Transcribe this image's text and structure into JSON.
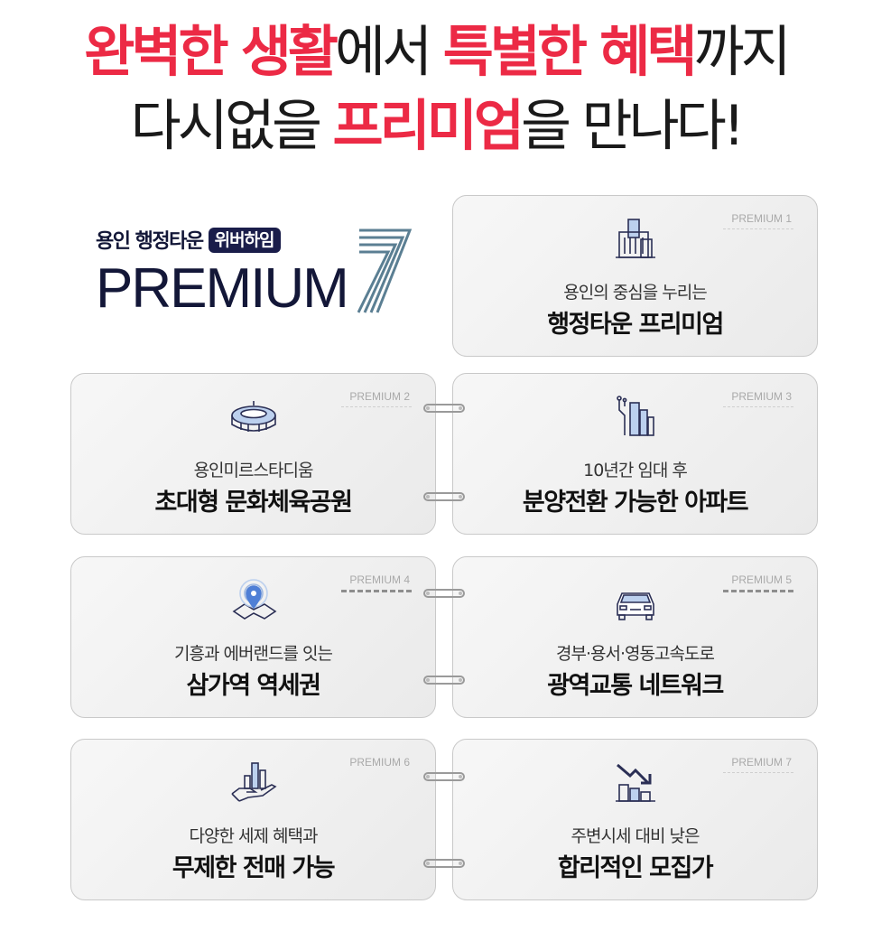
{
  "headline": {
    "line1": [
      {
        "text": "완벽한 생활",
        "red": true
      },
      {
        "text": "에서 ",
        "red": false
      },
      {
        "text": "특별한 혜택",
        "red": true
      },
      {
        "text": "까지",
        "red": false
      }
    ],
    "line2": [
      {
        "text": "다시없을 ",
        "red": false
      },
      {
        "text": "프리미엄",
        "red": true
      },
      {
        "text": "을 만나다!",
        "red": false
      }
    ]
  },
  "brand": {
    "top": "용인 행정타운",
    "badge": "위버하임",
    "word": "PREMIUM"
  },
  "colors": {
    "accent_red": "#ec2a45",
    "navy": "#131738",
    "seven_stripe": "#5b7f93"
  },
  "cards": [
    {
      "tag": "PREMIUM 1",
      "icon": "building-icon",
      "sub": "용인의 중심을 누리는",
      "main": "행정타운 프리미엄"
    },
    {
      "tag": "PREMIUM 2",
      "icon": "stadium-icon",
      "sub": "용인미르스타디움",
      "main": "초대형 문화체육공원"
    },
    {
      "tag": "PREMIUM 3",
      "icon": "apartment-icon",
      "sub": "10년간 임대 후",
      "main": "분양전환 가능한 아파트"
    },
    {
      "tag": "PREMIUM 4",
      "icon": "location-pin-icon",
      "sub": "기흥과 에버랜드를 잇는",
      "main": "삼가역 역세권"
    },
    {
      "tag": "PREMIUM 5",
      "icon": "car-icon",
      "sub": "경부·용서·영동고속도로",
      "main": "광역교통 네트워크"
    },
    {
      "tag": "PREMIUM 6",
      "icon": "hand-chart-icon",
      "sub": "다양한 세제 혜택과",
      "main": "무제한 전매 가능"
    },
    {
      "tag": "PREMIUM 7",
      "icon": "price-down-icon",
      "sub": "주변시세 대비 낮은",
      "main": "합리적인 모집가"
    }
  ]
}
